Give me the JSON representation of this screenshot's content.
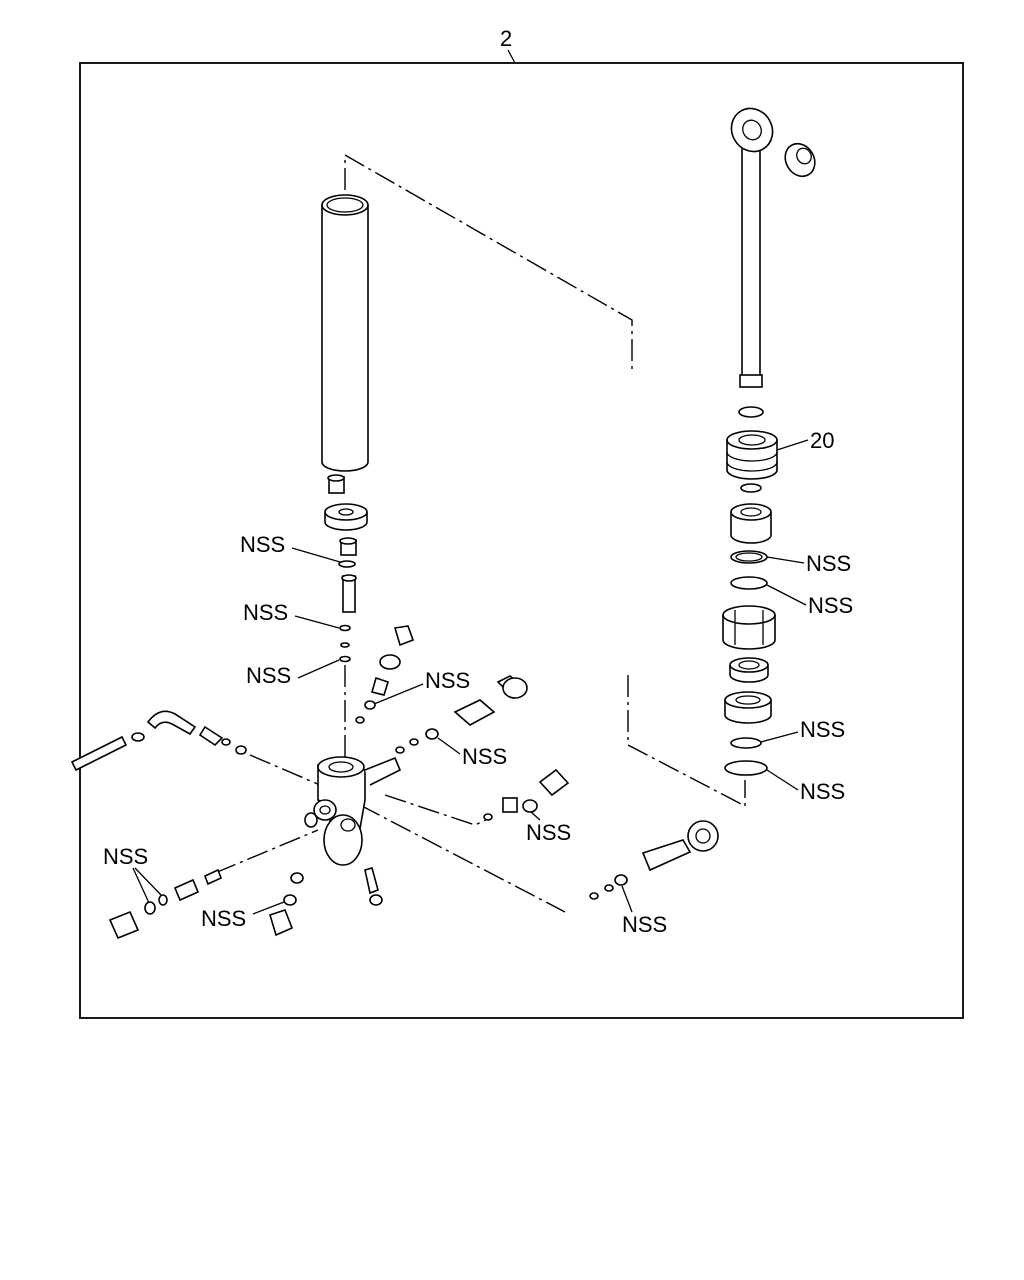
{
  "assembly_number": "2",
  "callouts": {
    "item_20": "20",
    "nss_label": "NSS"
  },
  "icons": {
    "cylinder_tube": "cylinder-tube-icon",
    "piston_rod": "piston-rod-icon",
    "valve_body": "valve-body-icon"
  }
}
